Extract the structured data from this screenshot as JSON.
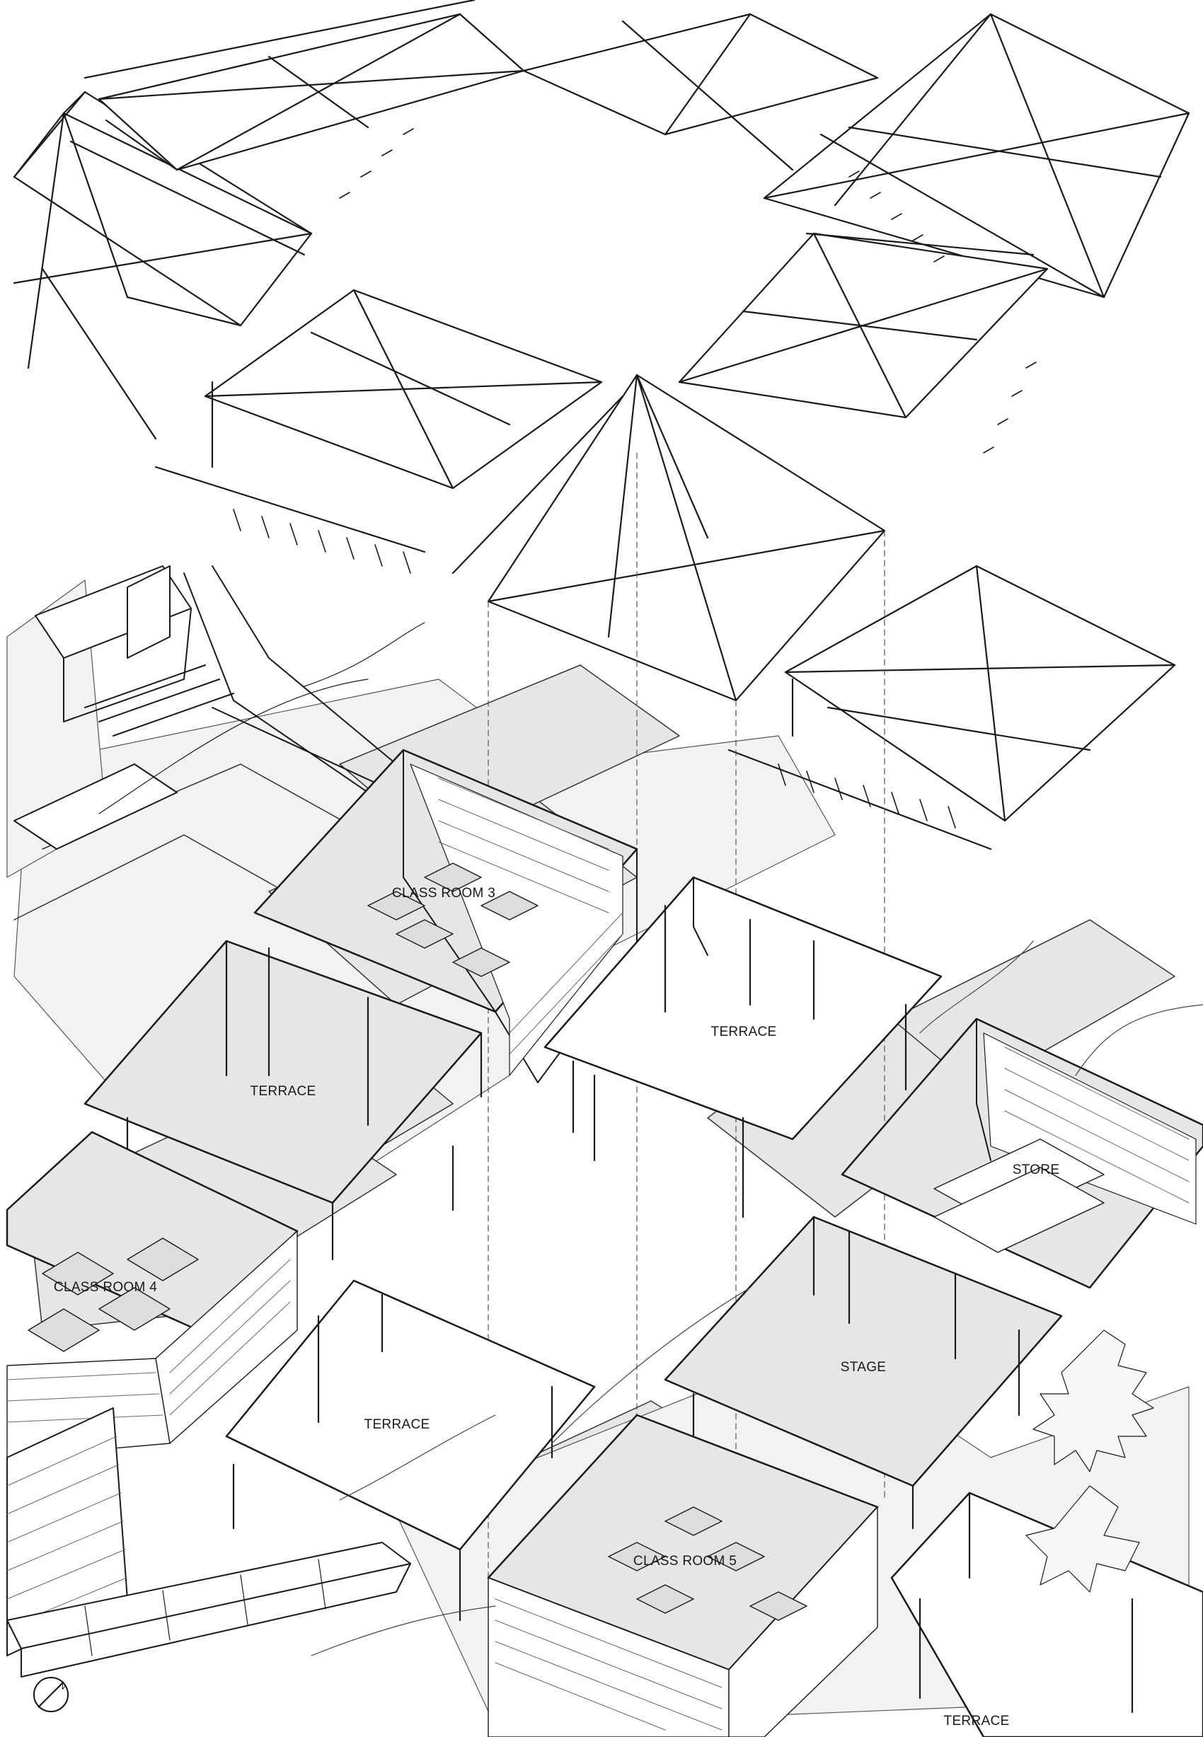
{
  "drawing": {
    "labels": {
      "classroom_3": "CLASS ROOM 3",
      "classroom_4": "CLASS ROOM 4",
      "classroom_5": "CLASS ROOM 5",
      "terrace_upper_left": "TERRACE",
      "terrace_upper_center": "TERRACE",
      "terrace_lower_center": "TERRACE",
      "terrace_lower_right": "TERRACE",
      "store": "STORE",
      "stage": "STAGE"
    },
    "north_arrow": {
      "letter": "N"
    },
    "colors": {
      "line": "#1a1a1a",
      "floor_fill": "#e6e6e6",
      "ground_fill": "#f2f2f2",
      "paper": "#ffffff"
    }
  }
}
